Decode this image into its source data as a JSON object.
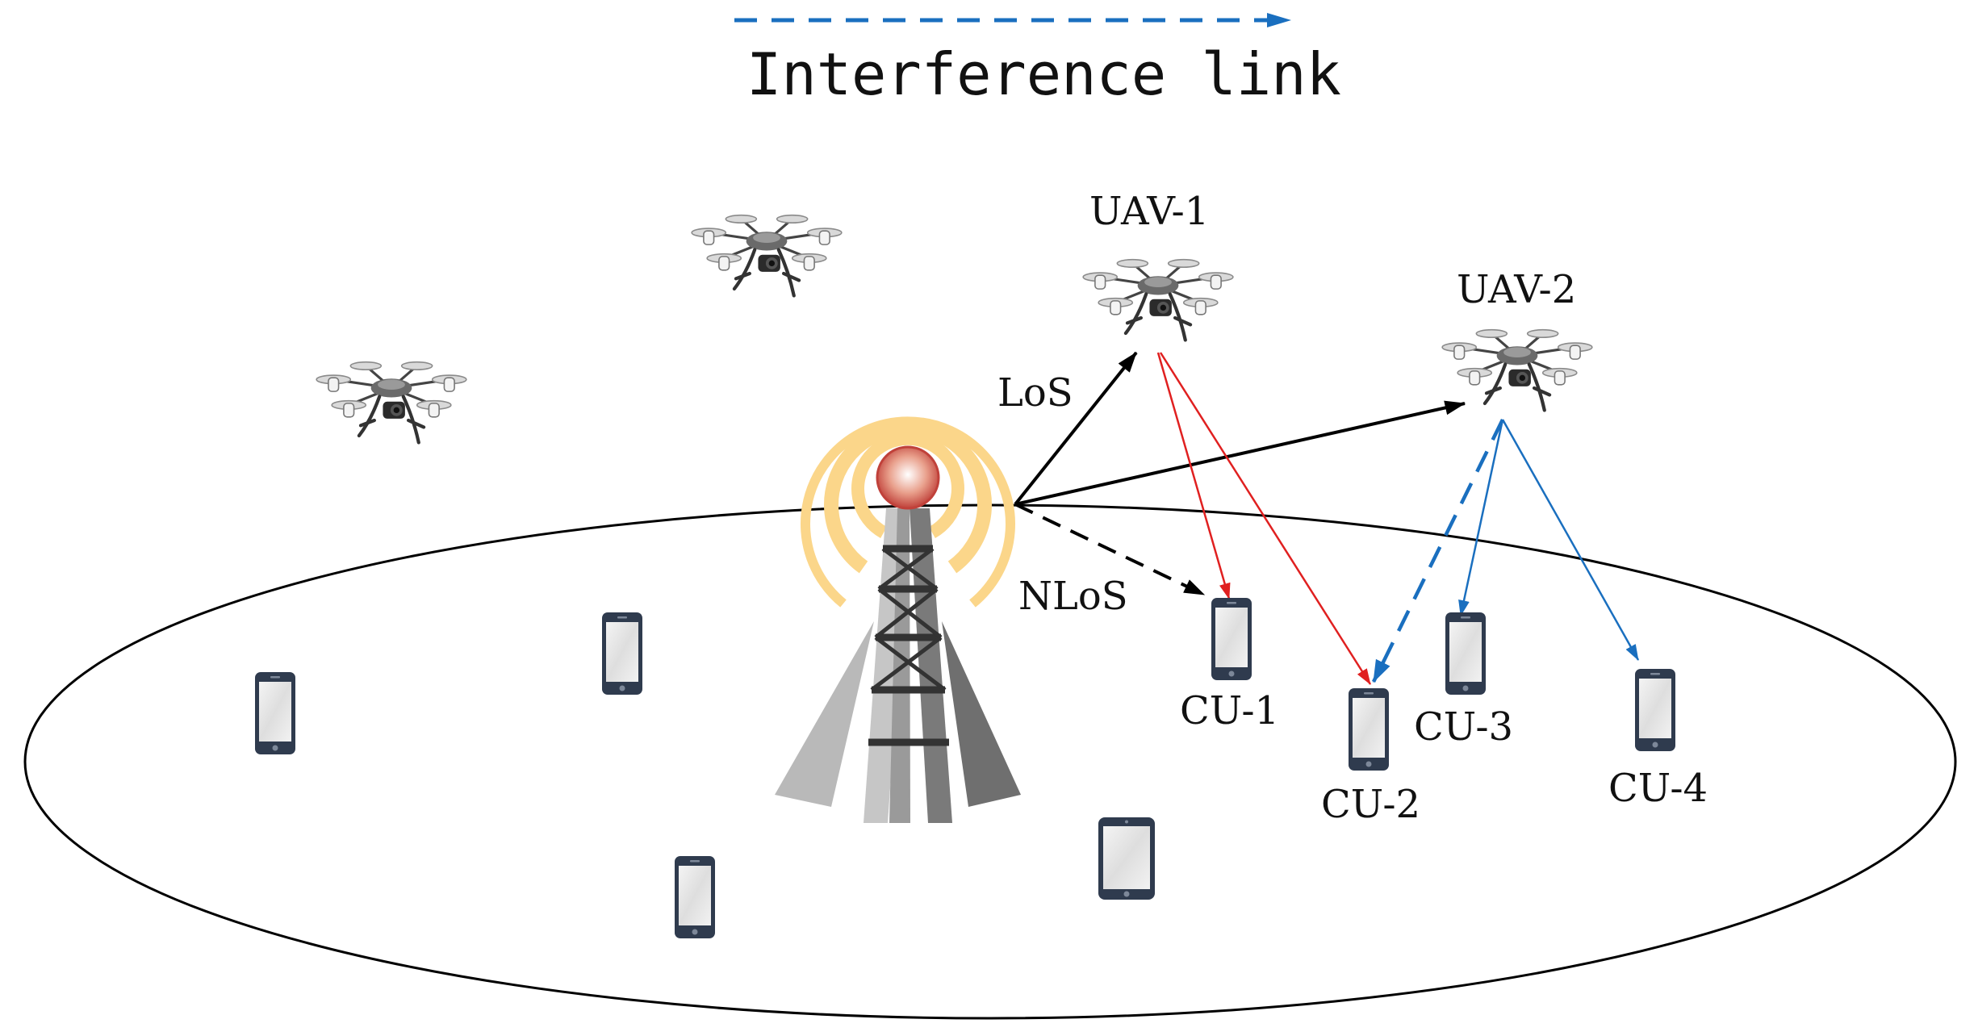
{
  "legend": {
    "interference_label": "Interference link",
    "interference_color": "#1a6fbf"
  },
  "colors": {
    "los_link": "#000000",
    "uav1_link": "#e02020",
    "uav2_link": "#1a6fbf",
    "signal_ring": "#fbd68a",
    "tower_light": "#b9b9b9",
    "tower_dark": "#6f6f6f"
  },
  "links": {
    "los_label": "LoS",
    "nlos_label": "NLoS"
  },
  "uavs": [
    {
      "label": "UAV-1",
      "icon": "drone-icon"
    },
    {
      "label": "UAV-2",
      "icon": "drone-icon"
    },
    {
      "label": "",
      "icon": "drone-icon"
    },
    {
      "label": "",
      "icon": "drone-icon"
    }
  ],
  "cellular_users": [
    {
      "label": "CU-1"
    },
    {
      "label": "CU-2"
    },
    {
      "label": "CU-3"
    },
    {
      "label": "CU-4"
    }
  ],
  "base_station": {
    "icon": "cell-tower-icon"
  }
}
